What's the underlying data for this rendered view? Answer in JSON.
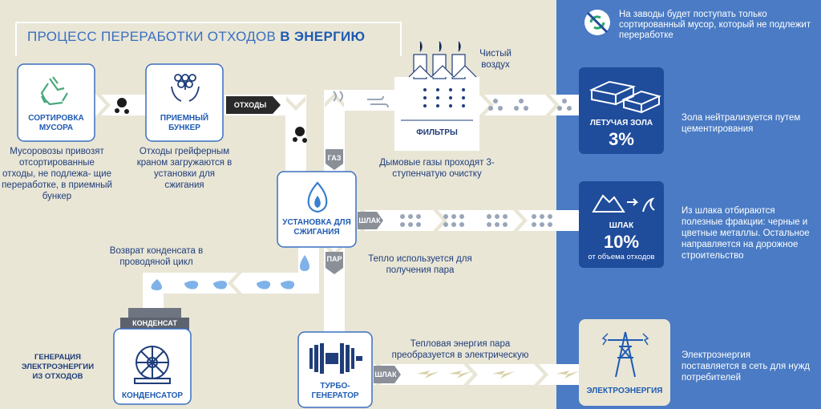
{
  "title": {
    "prefix": "ПРОЦЕСС ПЕРЕРАБОТКИ ОТХОДОВ ",
    "highlight": "В ЭНЕРГИЮ"
  },
  "notice": "На заводы будет поступать только сортированный мусор, который не подлежит переработке",
  "stages": {
    "sorting": {
      "label": "СОРТИРОВКА МУСОРА",
      "caption": "Мусоровозы привозят отсортированные отходы, не подлежа- щие переработке, в приемный бункер"
    },
    "bunker": {
      "label": "ПРИЕМНЫЙ БУНКЕР",
      "caption": "Отходы грейферным краном загружаются в установки для сжигания"
    },
    "incinerator": {
      "label": "УСТАНОВКА ДЛЯ СЖИГАНИЯ"
    },
    "filters": {
      "label": "ФИЛЬТРЫ",
      "caption": "Дымовые газы проходят 3-ступенчатую очистку",
      "clean_air": "Чистый воздух"
    },
    "condenser": {
      "label": "КОНДЕНСАТОР",
      "side": "ГЕНЕРАЦИЯ ЭЛЕКТРОЭНЕРГИИ ИЗ ОТХОДОВ"
    },
    "turbine": {
      "label": "ТУРБО- ГЕНЕРАТОР"
    }
  },
  "flow_tags": {
    "waste": "ОТХОДЫ",
    "gas": "ГАЗ",
    "slag": "ШЛАК",
    "steam": "ПАР",
    "condensate": "КОНДЕНСАТ"
  },
  "notes": {
    "condensate_return": "Возврат конденсата в проводяной цикл",
    "heat_steam": "Тепло используется для получения пара",
    "heat_to_electric": "Тепловая энергия пара преобразуется в электрическую"
  },
  "outputs": {
    "fly_ash": {
      "label": "ЛЕТУЧАЯ ЗОЛА",
      "value": "3%",
      "desc": "Зола нейтрализуется путем цементирования"
    },
    "slag": {
      "label": "ШЛАК",
      "value": "10%",
      "sub": "от объема отходов",
      "desc": "Из шлака отбираются полезные фракции: черные и цветные металлы. Остальное направляется на дорожное строительство"
    },
    "electricity": {
      "label": "ЭЛЕКТРОЭНЕРГИЯ",
      "desc": "Электроэнергия поставляется в сеть для нужд потребителей"
    }
  },
  "icons": [
    "no-recycle-icon",
    "recycle-icon",
    "crane-grab-icon",
    "flame-icon",
    "factory-icon",
    "smoke-icon",
    "cement-block-icon",
    "mountain-road-icon",
    "power-tower-icon",
    "fan-icon",
    "turbine-icon",
    "water-drop-icon"
  ]
}
